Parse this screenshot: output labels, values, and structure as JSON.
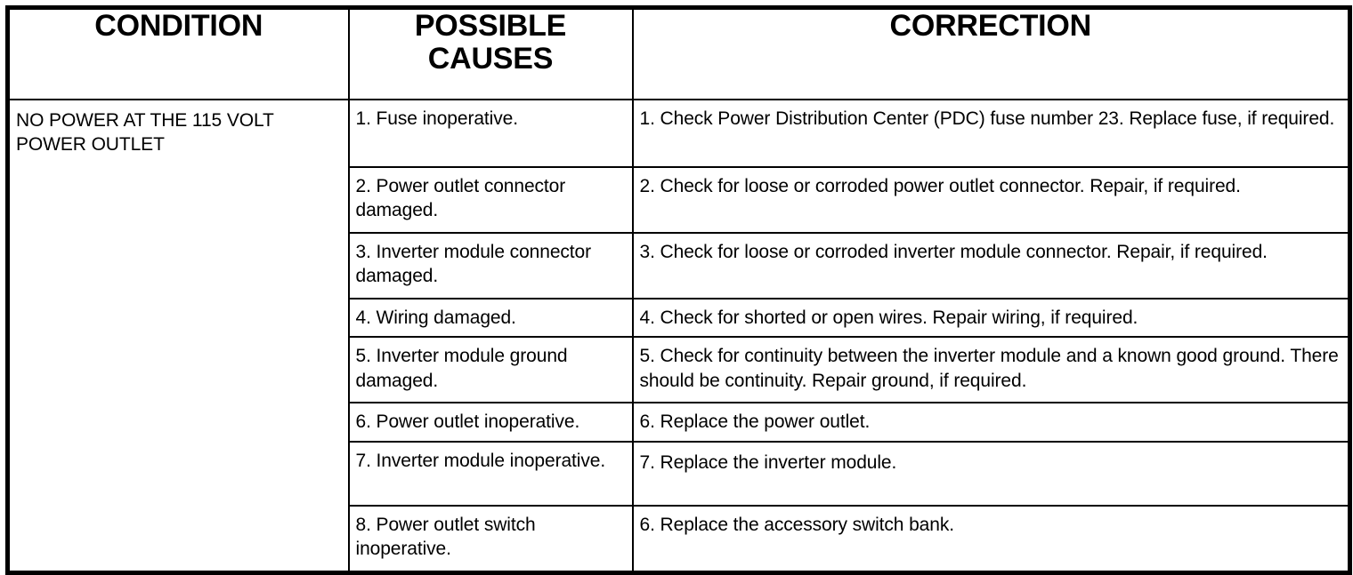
{
  "table": {
    "headers": [
      {
        "label": "CONDITION"
      },
      {
        "label": "POSSIBLE CAUSES"
      },
      {
        "label": "CORRECTION"
      }
    ],
    "condition": "NO POWER AT THE 115 VOLT POWER OUTLET",
    "rows": [
      {
        "cause": "1. Fuse inoperative.",
        "correction": "1. Check Power Distribution Center (PDC) fuse number 23. Replace fuse, if required."
      },
      {
        "cause": "2. Power outlet connector damaged.",
        "correction": "2. Check for loose or corroded power outlet connector. Repair, if required."
      },
      {
        "cause": "3. Inverter module connector damaged.",
        "correction": "3. Check for loose or corroded inverter module connector. Repair, if required."
      },
      {
        "cause": "4. Wiring damaged.",
        "correction": "4. Check for shorted or open wires. Repair wiring, if required."
      },
      {
        "cause": "5. Inverter module ground damaged.",
        "correction": "5. Check for continuity between the inverter module and a known good ground. There should be continuity. Repair ground, if required."
      },
      {
        "cause": "6. Power outlet inoperative.",
        "correction": "6. Replace the power outlet."
      },
      {
        "cause": "7. Inverter module inoperative.",
        "correction": "7. Replace the inverter module."
      },
      {
        "cause": "8. Power outlet switch inoperative.",
        "correction": "6. Replace the accessory switch bank."
      }
    ]
  },
  "colors": {
    "border": "#000000",
    "text": "#000000",
    "background": "#ffffff"
  }
}
